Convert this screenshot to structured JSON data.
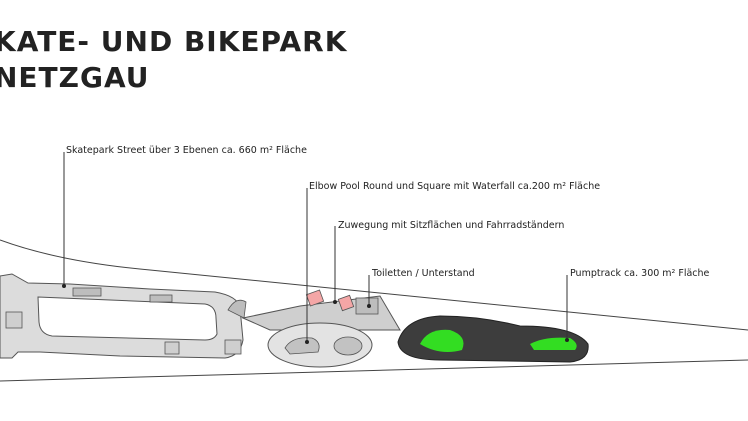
{
  "title": {
    "line1": "KATE- UND BIKEPARK",
    "line2": "NETZGAU"
  },
  "callouts": [
    {
      "id": "skatepark-street",
      "text": "Skatepark Street über 3 Ebenen ca. 660 m² Fläche"
    },
    {
      "id": "elbow-pool",
      "text": "Elbow Pool Round und Square mit Waterfall ca.200 m² Fläche"
    },
    {
      "id": "zuwegung",
      "text": "Zuwegung mit Sitzflächen und Fahrradständern"
    },
    {
      "id": "toiletten",
      "text": "Toiletten / Unterstand"
    },
    {
      "id": "pumptrack",
      "text": "Pumptrack ca. 300 m² Fläche"
    }
  ],
  "colors": {
    "pumptrack_surface": "#3d3d3d",
    "pumptrack_green": "#33dd22",
    "seating_pink": "#f4a6a6",
    "concrete": "#d9d9d9",
    "path": "#c8c8c8"
  }
}
